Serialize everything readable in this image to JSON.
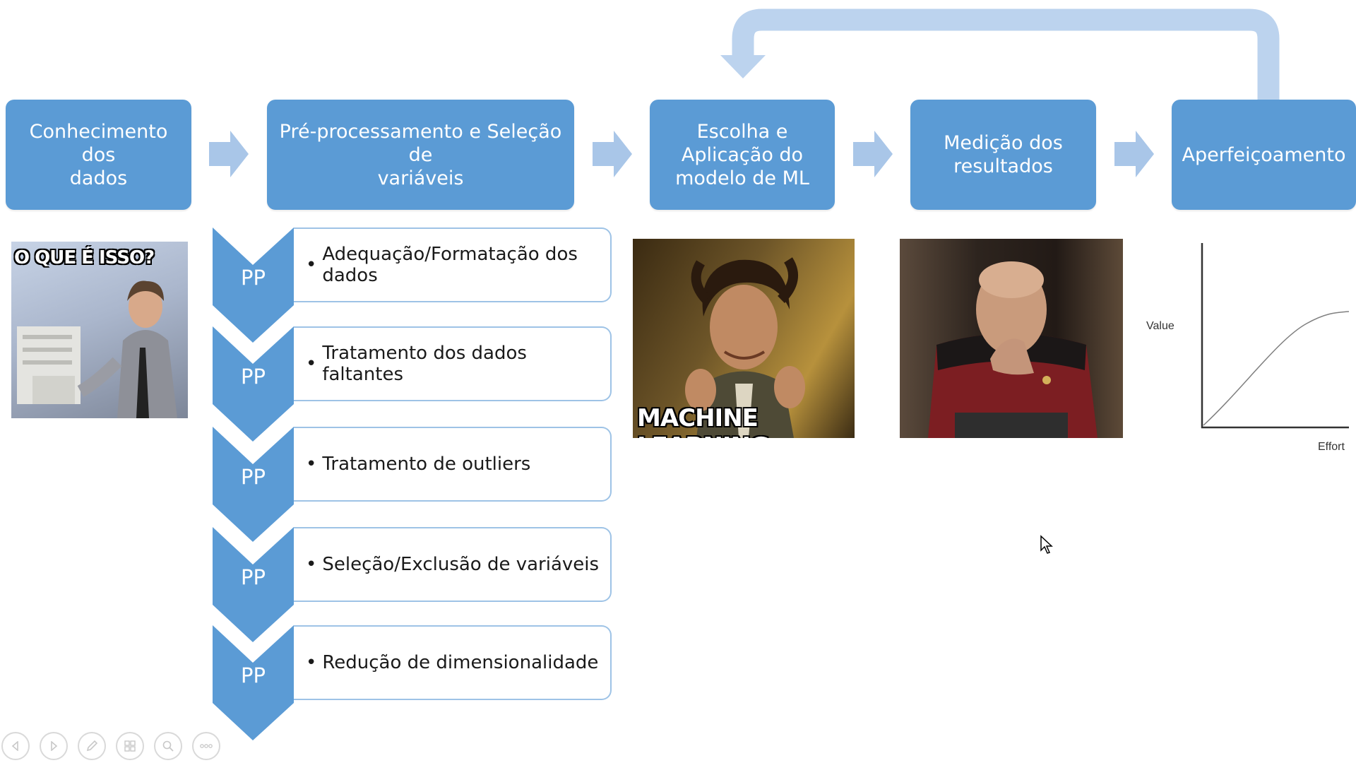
{
  "flow": {
    "steps": [
      {
        "label": "Conhecimento dos\ndados"
      },
      {
        "label": "Pré-processamento e Seleção de\nvariáveis"
      },
      {
        "label": "Escolha e\nAplicação do\nmodelo de ML"
      },
      {
        "label": "Medição dos\nresultados"
      },
      {
        "label": "Aperfeiçoamento"
      }
    ]
  },
  "preprocessing": {
    "tag": "PP",
    "items": [
      "Adequação/Formatação dos dados",
      "Tratamento dos dados faltantes",
      "Tratamento de outliers",
      "Seleção/Exclusão de variáveis",
      "Redução de dimensionalidade"
    ]
  },
  "memes": {
    "zoolander_caption": "O QUE É ISSO?",
    "aliens_caption": "MACHINE LEARNING"
  },
  "graph": {
    "y_label": "Value",
    "x_label": "Effort"
  },
  "colors": {
    "box": "#5b9bd5",
    "arrow": "#a9c6e8",
    "loop": "#bcd3ee",
    "item_border": "#9ec3e6"
  },
  "nav": {
    "icons": [
      "previous-icon",
      "next-icon",
      "pen-icon",
      "slides-icon",
      "zoom-icon",
      "more-icon"
    ]
  }
}
